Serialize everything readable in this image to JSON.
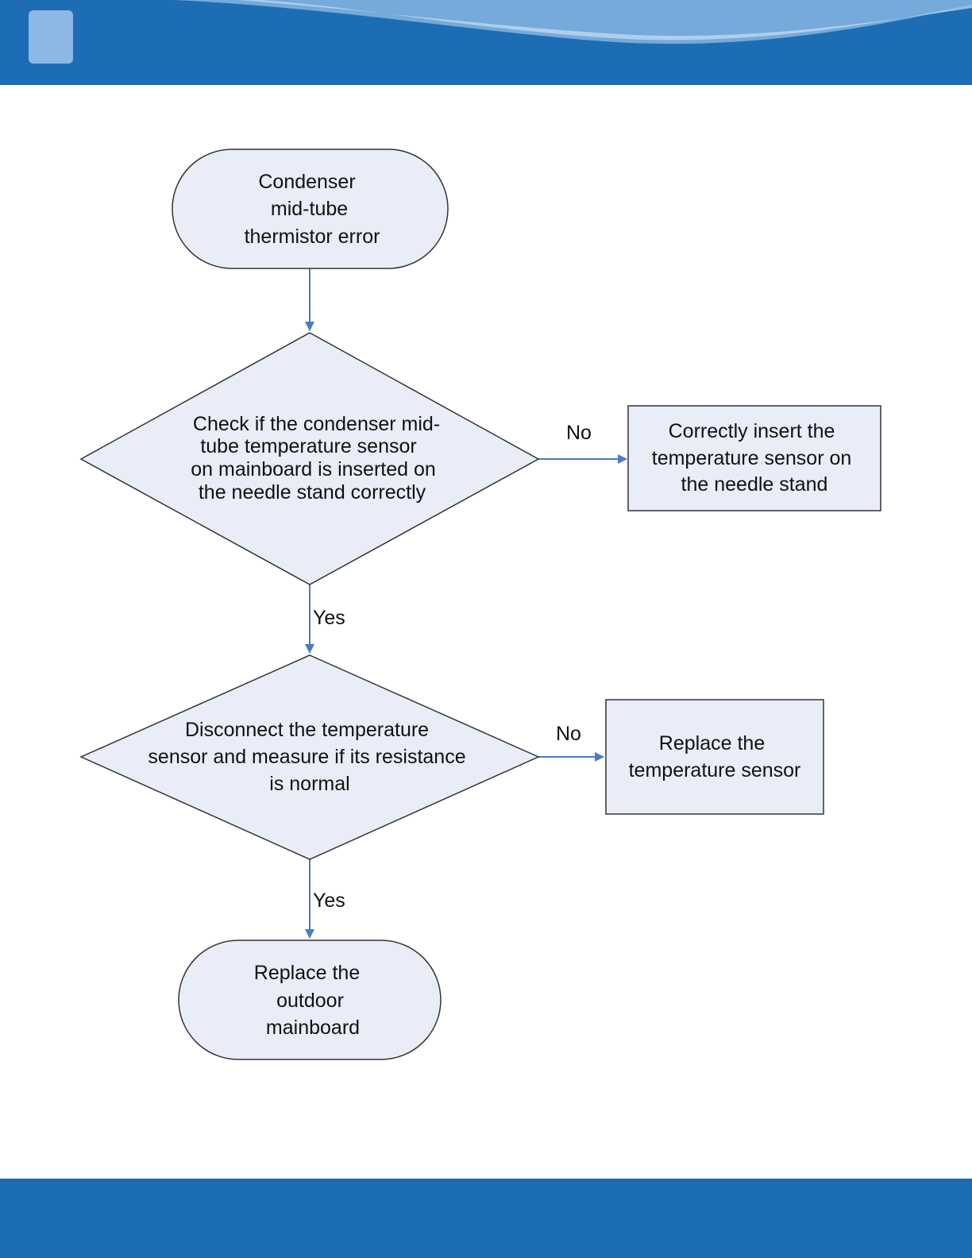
{
  "colors": {
    "banner": "#1d6db5",
    "banner_wave": "#7fb0de",
    "node_fill": "#e9edf7",
    "node_stroke": "#333333",
    "arrow": "#4a7cc4"
  },
  "header": {
    "badge_icon": "square-badge-icon"
  },
  "flowchart": {
    "nodes": [
      {
        "id": "start",
        "shape": "terminal",
        "lines": [
          "Condenser",
          "mid-tube",
          "thermistor error"
        ]
      },
      {
        "id": "check-sensor",
        "shape": "decision",
        "lines": [
          "Check if the condenser mid-",
          "tube temperature sensor",
          "on mainboard is inserted on",
          "the needle stand correctly"
        ]
      },
      {
        "id": "insert-sensor",
        "shape": "process",
        "lines": [
          "Correctly insert the",
          "temperature sensor on",
          "the needle stand"
        ]
      },
      {
        "id": "check-resistance",
        "shape": "decision",
        "lines": [
          "Disconnect the temperature",
          "sensor and measure if its resistance",
          "is normal"
        ]
      },
      {
        "id": "replace-sensor",
        "shape": "process",
        "lines": [
          "Replace the",
          "temperature sensor"
        ]
      },
      {
        "id": "replace-mainboard",
        "shape": "terminal",
        "lines": [
          "Replace the",
          "outdoor",
          "mainboard"
        ]
      }
    ],
    "edges": [
      {
        "from": "start",
        "to": "check-sensor",
        "label": ""
      },
      {
        "from": "check-sensor",
        "to": "insert-sensor",
        "label": "No"
      },
      {
        "from": "check-sensor",
        "to": "check-resistance",
        "label": "Yes"
      },
      {
        "from": "check-resistance",
        "to": "replace-sensor",
        "label": "No"
      },
      {
        "from": "check-resistance",
        "to": "replace-mainboard",
        "label": "Yes"
      }
    ]
  }
}
